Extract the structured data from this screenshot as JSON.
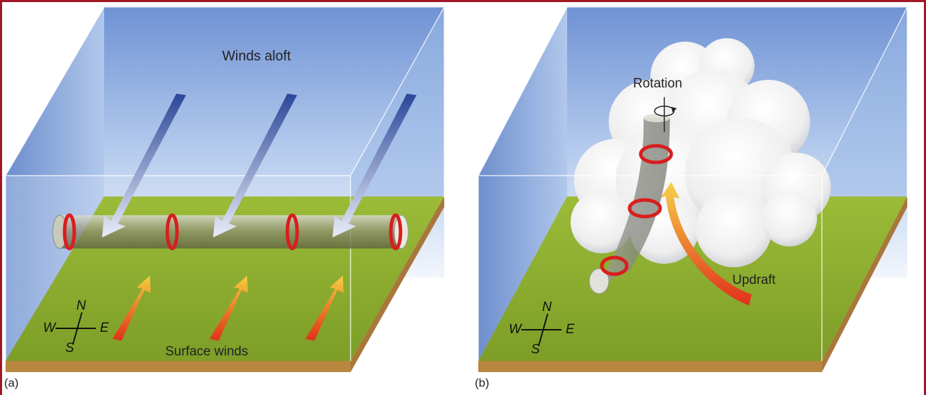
{
  "colors": {
    "border": "#a01622",
    "sky_top": "#7c9ed9",
    "sky_bottom": "#eef3fb",
    "grass": "#8fae2e",
    "soil": "#b8873f",
    "wind_aloft": "#2e4aa3",
    "surface_wind_start": "#e23b1c",
    "surface_wind_end": "#f4c43a",
    "rotation_arrow": "#d81e1e",
    "cloud": "#f4f4f4"
  },
  "panel_a": {
    "letter": "(a)",
    "winds_aloft_label": "Winds aloft",
    "surface_winds_label": "Surface winds",
    "compass": {
      "n": "N",
      "s": "S",
      "e": "E",
      "w": "W"
    }
  },
  "panel_b": {
    "letter": "(b)",
    "rotation_label": "Rotation",
    "updraft_label": "Updraft",
    "compass": {
      "n": "N",
      "s": "S",
      "e": "E",
      "w": "W"
    }
  }
}
